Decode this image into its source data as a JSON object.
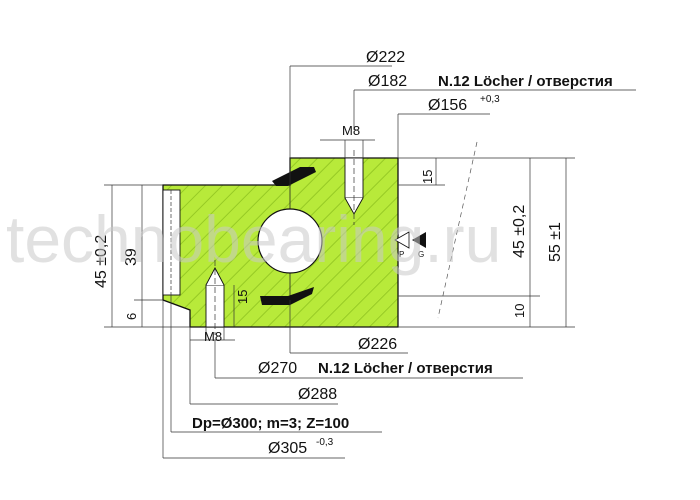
{
  "watermark": "technobearing.ru",
  "colors": {
    "body": "#b8ea3a",
    "hatch": "#8ec21f",
    "outline": "#111111",
    "ring": "#ffffff"
  },
  "dims": {
    "d222": "Ø222",
    "d182": "Ø182",
    "holes_top": "N.12 Löcher / отверстия",
    "d156": "Ø156",
    "d156_tol": "+0,3",
    "m8_top": "M8",
    "h15_right": "15",
    "h45_right": "45 ±0,2",
    "h55": "55 ±1",
    "h10": "10",
    "m8_bottom": "M8",
    "h15_left": "15",
    "d226": "Ø226",
    "d270": "Ø270",
    "holes_bottom": "N.12 Löcher / отверстия",
    "d288": "Ø288",
    "gear": "Dp=Ø300; m=3; Z=100",
    "d305": "Ø305",
    "d305_tol": "-0,3",
    "h45_left": "45 ±0,2",
    "h39": "39",
    "h6": "6",
    "label_p": "P",
    "label_g": "G"
  }
}
